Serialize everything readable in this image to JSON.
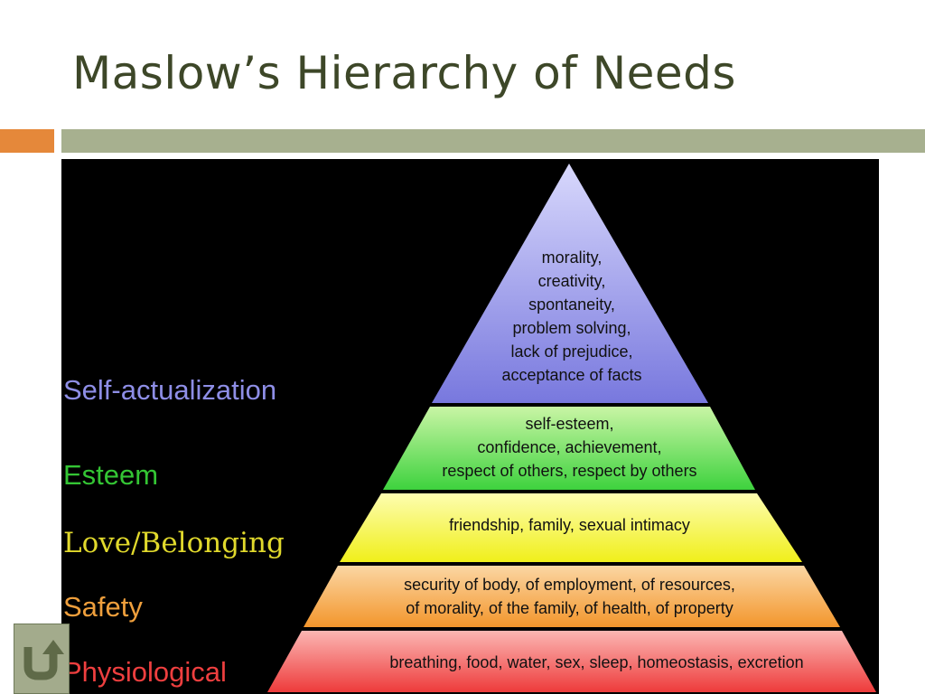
{
  "slide": {
    "title": "Maslow’s Hierarchy of Needs"
  },
  "colors": {
    "title": "#3d4728",
    "accent_orange": "#e5883a",
    "accent_green": "#a7b08f",
    "panel_bg": "#000000",
    "nav_button_bg": "#a3ab8c"
  },
  "pyramid": {
    "levels": [
      {
        "label": "Self-actualization",
        "label_color": "#8e8ee6",
        "fill_top": "#d8d8fc",
        "fill_bottom": "#7878de",
        "description": "morality,\ncreativity,\nspontaneity,\nproblem solving,\nlack of prejudice,\nacceptance of facts"
      },
      {
        "label": "Esteem",
        "label_color": "#34c534",
        "fill_top": "#c9f5a5",
        "fill_bottom": "#3ed23e",
        "description": "self-esteem,\nconfidence, achievement,\nrespect of others, respect by others"
      },
      {
        "label": "Love/Belonging",
        "label_color": "#e1d92c",
        "fill_top": "#fdfdb0",
        "fill_bottom": "#f0ef1a",
        "description": "friendship, family, sexual intimacy"
      },
      {
        "label": "Safety",
        "label_color": "#ef9f3c",
        "fill_top": "#fbd6a3",
        "fill_bottom": "#f3962c",
        "description": "security of body, of employment, of resources,\nof morality, of the family, of health, of property"
      },
      {
        "label": "Physiological",
        "label_color": "#ee3f3f",
        "fill_top": "#fbb6b3",
        "fill_bottom": "#ee3b3b",
        "description": "breathing, food, water, sex, sleep, homeostasis, excretion"
      }
    ]
  },
  "nav": {
    "icon": "u-turn-arrow-icon"
  }
}
